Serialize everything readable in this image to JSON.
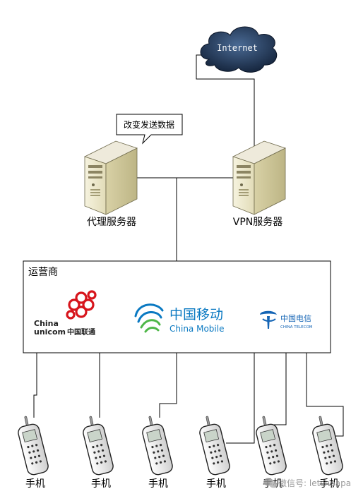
{
  "cloud": {
    "label": "Internet"
  },
  "proxy_server": {
    "label": "代理服务器"
  },
  "vpn_server": {
    "label": "VPN服务器"
  },
  "callout": {
    "text": "改变发送数据"
  },
  "carrier": {
    "title": "运营商",
    "unicom": {
      "line1": "China",
      "line2": "unicom",
      "cn": "中国联通"
    },
    "mobile": {
      "cn": "中国移动",
      "en": "China Mobile"
    },
    "telecom": {
      "cn": "中国电信",
      "en": "CHINA TELECOM"
    }
  },
  "phones": [
    {
      "label": "手机"
    },
    {
      "label": "手机"
    },
    {
      "label": "手机"
    },
    {
      "label": "手机"
    },
    {
      "label": "手机"
    },
    {
      "label": "手机"
    }
  ],
  "watermark": {
    "text": "微信号: letshpapa"
  },
  "colors": {
    "unicom_red": "#d7151c",
    "mobile_blue": "#0a79c2",
    "mobile_green": "#4eb748",
    "telecom_blue": "#1565b5",
    "cloud_dark": "#1a2e4a"
  }
}
